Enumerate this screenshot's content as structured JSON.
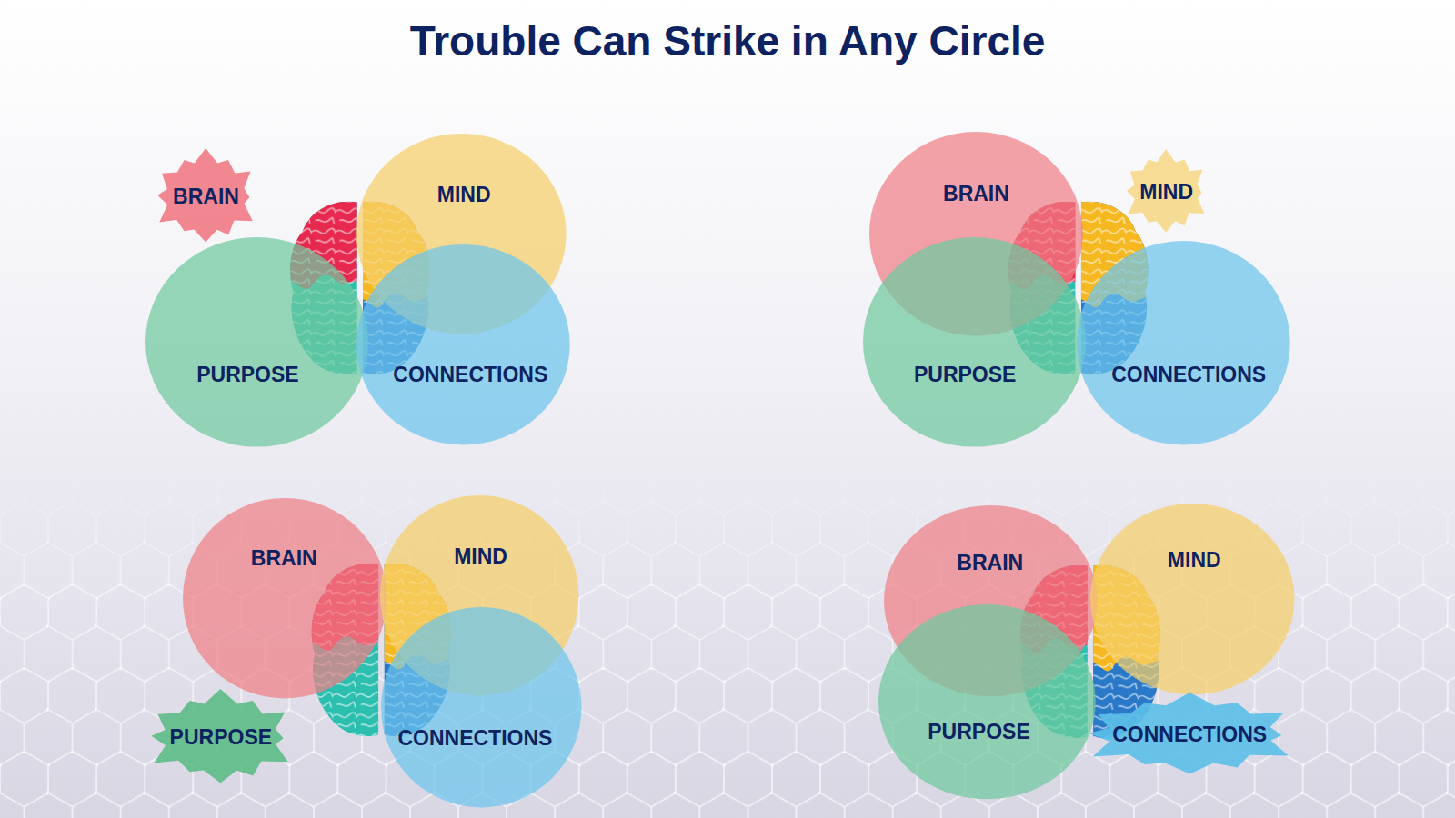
{
  "diagram": {
    "title": "Trouble Can Strike in Any Circle",
    "nodes": [
      {
        "text": [
          "BRAIN"
        ]
      },
      {
        "text": [
          "MIND"
        ]
      },
      {
        "text": [
          "PURPOSE"
        ]
      },
      {
        "text": [
          "CONNECTIONS"
        ]
      },
      {
        "text": [
          "BRAIN"
        ]
      },
      {
        "text": [
          "MIND"
        ]
      },
      {
        "text": [
          "PURPOSE"
        ]
      },
      {
        "text": [
          "CONNECTIONS"
        ]
      },
      {
        "text": [
          "BRAIN"
        ]
      },
      {
        "text": [
          "MIND"
        ]
      },
      {
        "text": [
          "PURPOSE"
        ]
      },
      {
        "text": [
          "CONNECTIONS"
        ]
      },
      {
        "text": [
          "BRAIN"
        ]
      },
      {
        "text": [
          "MIND"
        ]
      },
      {
        "text": [
          "PURPOSE"
        ]
      },
      {
        "text": [
          "CONNECTIONS"
        ]
      }
    ]
  }
}
